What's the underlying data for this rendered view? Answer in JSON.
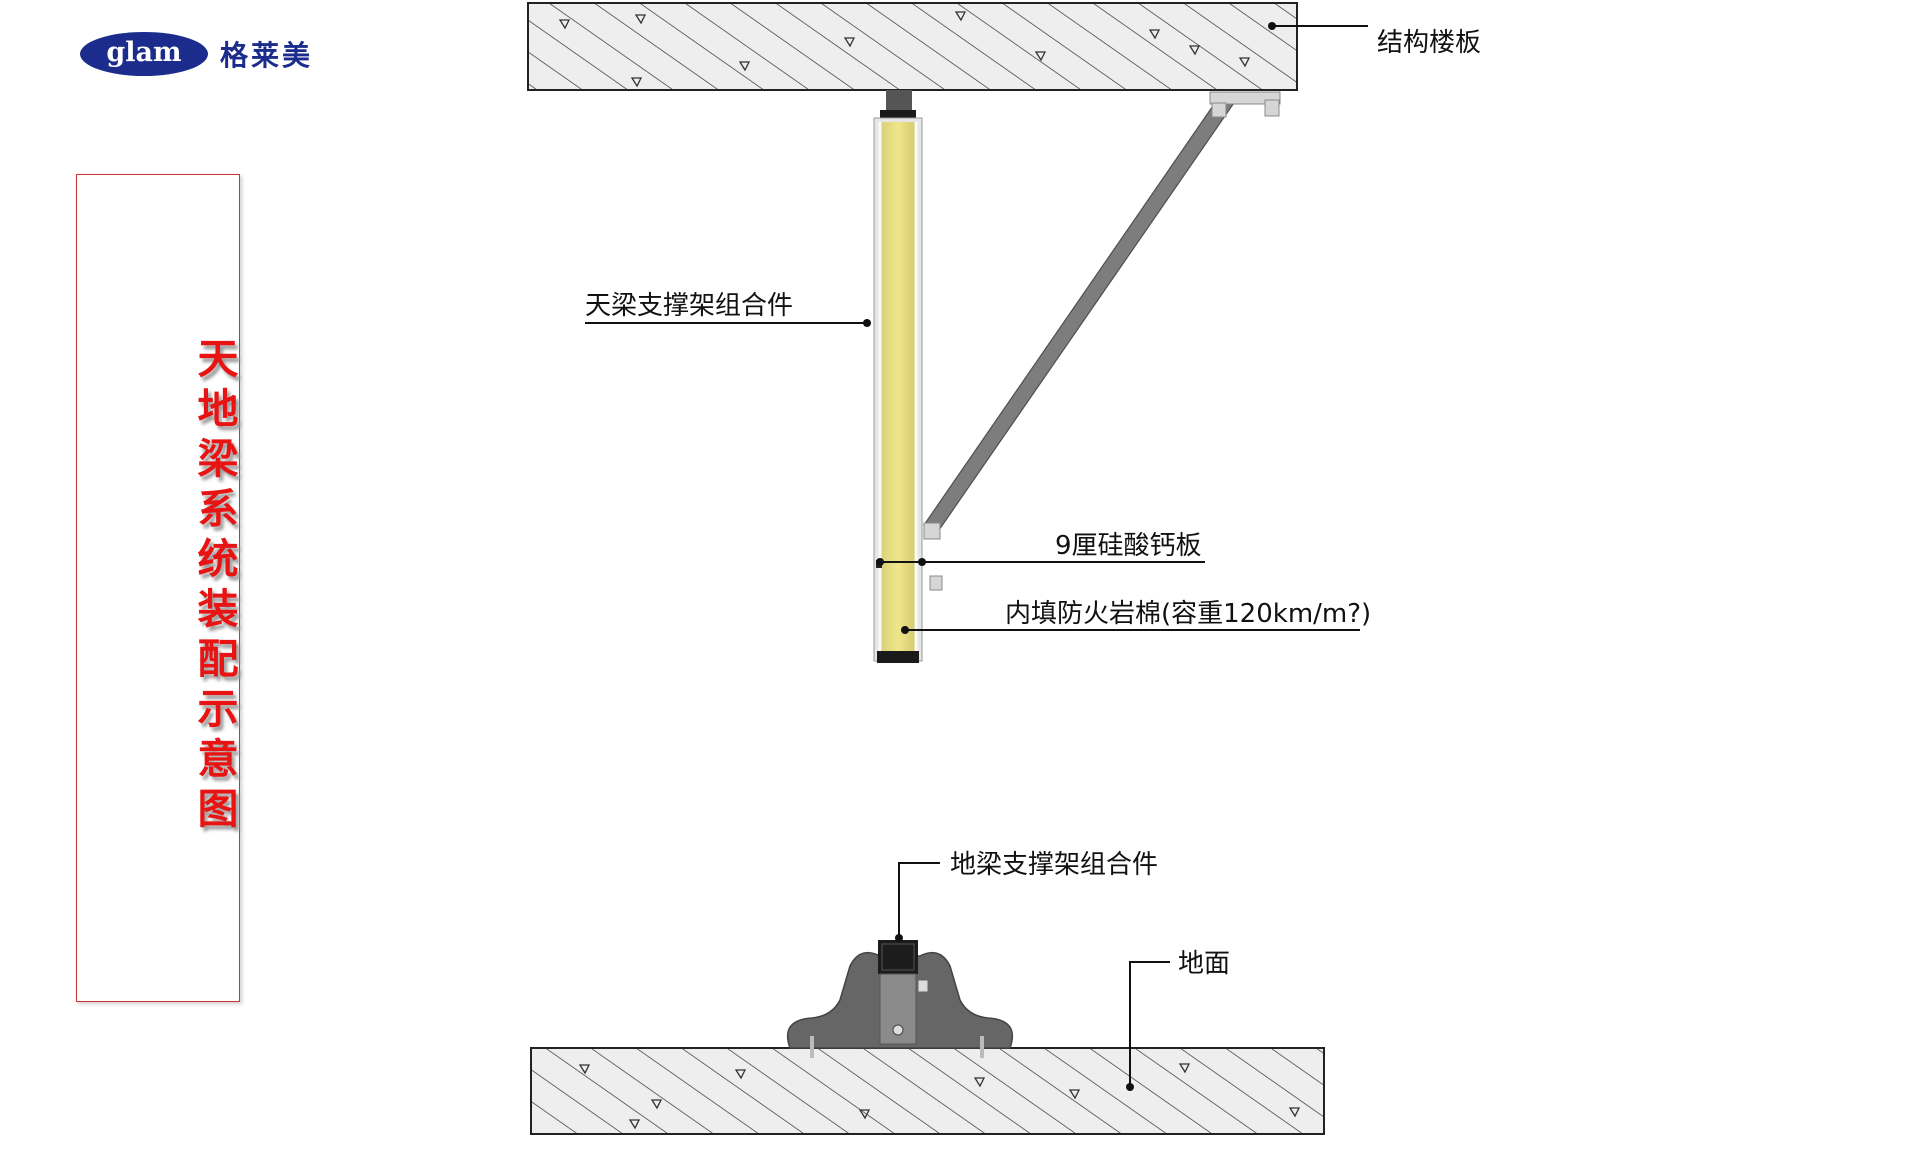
{
  "logo": {
    "brand": "glam",
    "brand_cn": "格莱美"
  },
  "title": "天地梁系统装配示意图",
  "labels": {
    "structural_slab": "结构楼板",
    "ceiling_beam_bracket": "天梁支撑架组合件",
    "calcium_silicate_board": "9厘硅酸钙板",
    "rock_wool_infill": "内填防火岩棉(容重120km/m?)",
    "floor_beam_bracket": "地梁支撑架组合件",
    "ground": "地面"
  }
}
